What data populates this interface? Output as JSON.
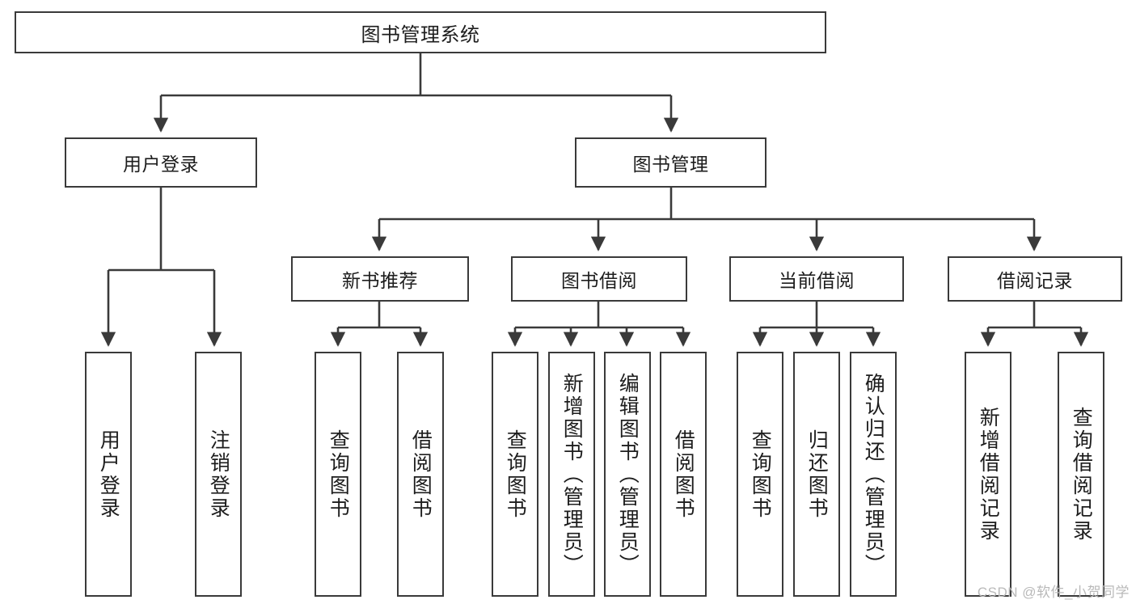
{
  "diagram": {
    "title": "图书管理系统",
    "type": "functional-structure-tree",
    "line_color": "#3a3a3a",
    "box_fill": "#ffffff",
    "text_color": "#1d1d1d"
  },
  "root": {
    "label": "图书管理系统"
  },
  "level2": [
    {
      "id": "user-login",
      "label": "用户登录"
    },
    {
      "id": "book-manage",
      "label": "图书管理"
    }
  ],
  "level3": [
    {
      "id": "new-book-recommend",
      "label": "新书推荐"
    },
    {
      "id": "book-borrow",
      "label": "图书借阅"
    },
    {
      "id": "current-borrow",
      "label": "当前借阅"
    },
    {
      "id": "borrow-record",
      "label": "借阅记录"
    }
  ],
  "leaves": {
    "user_login": [
      {
        "id": "leaf-user-login",
        "label": "用户登录"
      },
      {
        "id": "leaf-logout",
        "label": "注销登录"
      }
    ],
    "new_book_recommend": [
      {
        "id": "leaf-query-book-1",
        "label": "查询图书"
      },
      {
        "id": "leaf-borrow-book-1",
        "label": "借阅图书"
      }
    ],
    "book_borrow": [
      {
        "id": "leaf-query-book-2",
        "label": "查询图书"
      },
      {
        "id": "leaf-add-book",
        "label": "新增图书（管理员）"
      },
      {
        "id": "leaf-edit-book",
        "label": "编辑图书（管理员）"
      },
      {
        "id": "leaf-borrow-book-2",
        "label": "借阅图书"
      }
    ],
    "current_borrow": [
      {
        "id": "leaf-query-book-3",
        "label": "查询图书"
      },
      {
        "id": "leaf-return-book",
        "label": "归还图书"
      },
      {
        "id": "leaf-confirm-return",
        "label": "确认归还（管理员）"
      }
    ],
    "borrow_record": [
      {
        "id": "leaf-add-record",
        "label": "新增借阅记录"
      },
      {
        "id": "leaf-query-record",
        "label": "查询借阅记录"
      }
    ]
  },
  "watermark": {
    "text": "CSDN @软件_小贺同学"
  },
  "chart_data": {
    "type": "table",
    "title": "图书管理系统 功能结构图",
    "tree": {
      "label": "图书管理系统",
      "children": [
        {
          "label": "用户登录",
          "children": [
            {
              "label": "用户登录"
            },
            {
              "label": "注销登录"
            }
          ]
        },
        {
          "label": "图书管理",
          "children": [
            {
              "label": "新书推荐",
              "children": [
                {
                  "label": "查询图书"
                },
                {
                  "label": "借阅图书"
                }
              ]
            },
            {
              "label": "图书借阅",
              "children": [
                {
                  "label": "查询图书"
                },
                {
                  "label": "新增图书（管理员）"
                },
                {
                  "label": "编辑图书（管理员）"
                },
                {
                  "label": "借阅图书"
                }
              ]
            },
            {
              "label": "当前借阅",
              "children": [
                {
                  "label": "查询图书"
                },
                {
                  "label": "归还图书"
                },
                {
                  "label": "确认归还（管理员）"
                }
              ]
            },
            {
              "label": "借阅记录",
              "children": [
                {
                  "label": "新增借阅记录"
                },
                {
                  "label": "查询借阅记录"
                }
              ]
            }
          ]
        }
      ]
    }
  }
}
